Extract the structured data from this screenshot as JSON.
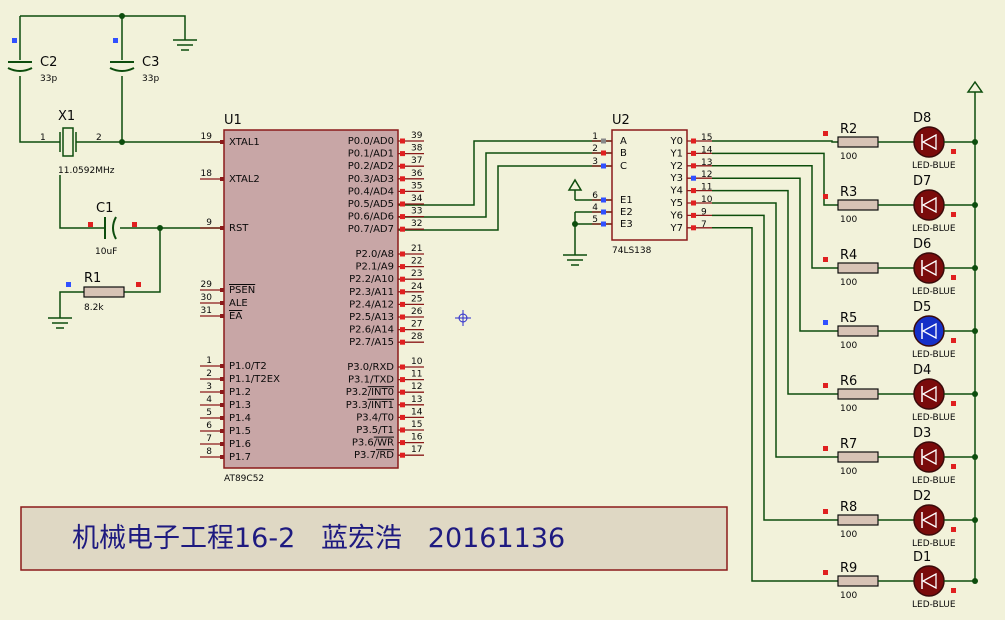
{
  "colors": {
    "background": "#f2f2da",
    "wire": "#0d4d0d",
    "body_outline": "#8b1a1a",
    "body_fill": "#c8a6a6",
    "resistor_fill": "#d7c3b5",
    "led_off": "#7a0b0b",
    "led_on": "#1530c8",
    "pin_red": "#e02020",
    "pin_blue": "#3050ff",
    "title_text": "#1e1a80"
  },
  "title_banner": "机械电子工程16-2   蓝宏浩   20161136",
  "capacitors": [
    {
      "ref": "C2",
      "value": "33p"
    },
    {
      "ref": "C3",
      "value": "33p"
    },
    {
      "ref": "C1",
      "value": "10uF"
    }
  ],
  "crystal": {
    "ref": "X1",
    "value": "11.0592MHz",
    "pin1": "1",
    "pin2": "2"
  },
  "r1": {
    "ref": "R1",
    "value": "8.2k"
  },
  "u1": {
    "ref": "U1",
    "part": "AT89C52",
    "left_pins": [
      {
        "num": "19",
        "name": "XTAL1"
      },
      {
        "num": "18",
        "name": "XTAL2"
      },
      {
        "num": "9",
        "name": "RST"
      },
      {
        "num": "29",
        "name": "PSEN"
      },
      {
        "num": "30",
        "name": "ALE"
      },
      {
        "num": "31",
        "name": "EA"
      },
      {
        "num": "1",
        "name": "P1.0/T2"
      },
      {
        "num": "2",
        "name": "P1.1/T2EX"
      },
      {
        "num": "3",
        "name": "P1.2"
      },
      {
        "num": "4",
        "name": "P1.3"
      },
      {
        "num": "5",
        "name": "P1.4"
      },
      {
        "num": "6",
        "name": "P1.5"
      },
      {
        "num": "7",
        "name": "P1.6"
      },
      {
        "num": "8",
        "name": "P1.7"
      }
    ],
    "right_pins": [
      {
        "num": "39",
        "name": "P0.0/AD0"
      },
      {
        "num": "38",
        "name": "P0.1/AD1"
      },
      {
        "num": "37",
        "name": "P0.2/AD2"
      },
      {
        "num": "36",
        "name": "P0.3/AD3"
      },
      {
        "num": "35",
        "name": "P0.4/AD4"
      },
      {
        "num": "34",
        "name": "P0.5/AD5"
      },
      {
        "num": "33",
        "name": "P0.6/AD6"
      },
      {
        "num": "32",
        "name": "P0.7/AD7"
      },
      {
        "num": "21",
        "name": "P2.0/A8"
      },
      {
        "num": "22",
        "name": "P2.1/A9"
      },
      {
        "num": "23",
        "name": "P2.2/A10"
      },
      {
        "num": "24",
        "name": "P2.3/A11"
      },
      {
        "num": "25",
        "name": "P2.4/A12"
      },
      {
        "num": "26",
        "name": "P2.5/A13"
      },
      {
        "num": "27",
        "name": "P2.6/A14"
      },
      {
        "num": "28",
        "name": "P2.7/A15"
      },
      {
        "num": "10",
        "name": "P3.0/RXD"
      },
      {
        "num": "11",
        "name": "P3.1/TXD"
      },
      {
        "num": "12",
        "name": "P3.2/INT0"
      },
      {
        "num": "13",
        "name": "P3.3/INT1"
      },
      {
        "num": "14",
        "name": "P3.4/T0"
      },
      {
        "num": "15",
        "name": "P3.5/T1"
      },
      {
        "num": "16",
        "name": "P3.6/WR"
      },
      {
        "num": "17",
        "name": "P3.7/RD"
      }
    ]
  },
  "u2": {
    "ref": "U2",
    "part": "74LS138",
    "left_pins": [
      {
        "num": "1",
        "name": "A"
      },
      {
        "num": "2",
        "name": "B"
      },
      {
        "num": "3",
        "name": "C"
      },
      {
        "num": "6",
        "name": "E1"
      },
      {
        "num": "4",
        "name": "E2"
      },
      {
        "num": "5",
        "name": "E3"
      }
    ],
    "right_pins": [
      {
        "num": "15",
        "name": "Y0"
      },
      {
        "num": "14",
        "name": "Y1"
      },
      {
        "num": "13",
        "name": "Y2"
      },
      {
        "num": "12",
        "name": "Y3"
      },
      {
        "num": "11",
        "name": "Y4"
      },
      {
        "num": "10",
        "name": "Y5"
      },
      {
        "num": "9",
        "name": "Y6"
      },
      {
        "num": "7",
        "name": "Y7"
      }
    ]
  },
  "resistors": [
    {
      "ref": "R2",
      "value": "100"
    },
    {
      "ref": "R3",
      "value": "100"
    },
    {
      "ref": "R4",
      "value": "100"
    },
    {
      "ref": "R5",
      "value": "100"
    },
    {
      "ref": "R6",
      "value": "100"
    },
    {
      "ref": "R7",
      "value": "100"
    },
    {
      "ref": "R8",
      "value": "100"
    },
    {
      "ref": "R9",
      "value": "100"
    }
  ],
  "leds": [
    {
      "ref": "D8",
      "type": "LED-BLUE",
      "lit": false
    },
    {
      "ref": "D7",
      "type": "LED-BLUE",
      "lit": false
    },
    {
      "ref": "D6",
      "type": "LED-BLUE",
      "lit": false
    },
    {
      "ref": "D5",
      "type": "LED-BLUE",
      "lit": true
    },
    {
      "ref": "D4",
      "type": "LED-BLUE",
      "lit": false
    },
    {
      "ref": "D3",
      "type": "LED-BLUE",
      "lit": false
    },
    {
      "ref": "D2",
      "type": "LED-BLUE",
      "lit": false
    },
    {
      "ref": "D1",
      "type": "LED-BLUE",
      "lit": false
    }
  ]
}
